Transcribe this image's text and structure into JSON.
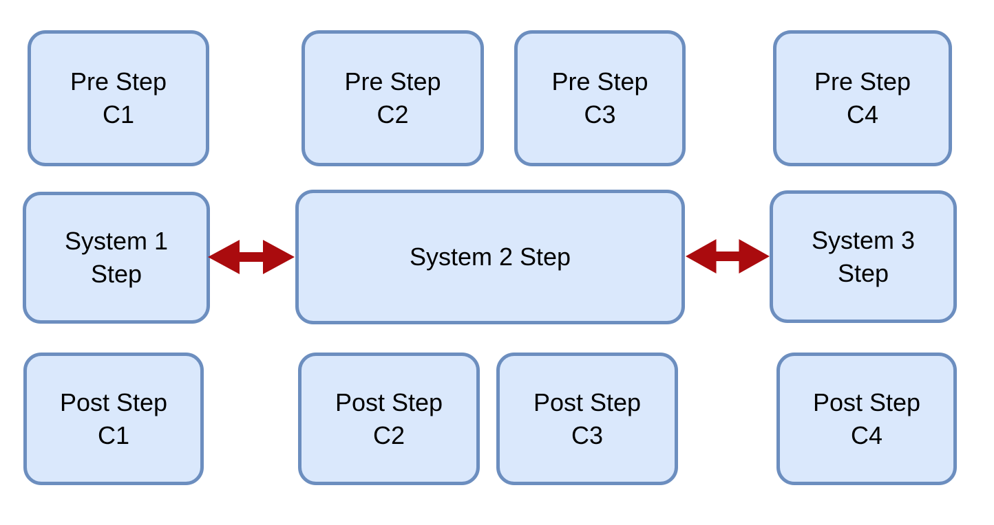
{
  "diagram": {
    "title": "System steps diagram",
    "colors": {
      "node_fill": "#dae8fc",
      "node_border": "#6c8ebf",
      "arrow": "#aa0b0e",
      "text": "#000000",
      "background": "#ffffff"
    },
    "nodes": {
      "pre_c1": {
        "label": "Pre Step\nC1"
      },
      "pre_c2": {
        "label": "Pre Step\nC2"
      },
      "pre_c3": {
        "label": "Pre Step\nC3"
      },
      "pre_c4": {
        "label": "Pre Step\nC4"
      },
      "sys1": {
        "label": "System 1\nStep"
      },
      "sys2": {
        "label": "System 2 Step"
      },
      "sys3": {
        "label": "System 3\nStep"
      },
      "post_c1": {
        "label": "Post Step\nC1"
      },
      "post_c2": {
        "label": "Post Step\nC2"
      },
      "post_c3": {
        "label": "Post Step\nC3"
      },
      "post_c4": {
        "label": "Post Step\nC4"
      }
    },
    "connections": [
      {
        "from": "System 1 Step",
        "to": "System 2 Step",
        "type": "double-arrow"
      },
      {
        "from": "System 2 Step",
        "to": "System 3 Step",
        "type": "double-arrow"
      }
    ]
  }
}
